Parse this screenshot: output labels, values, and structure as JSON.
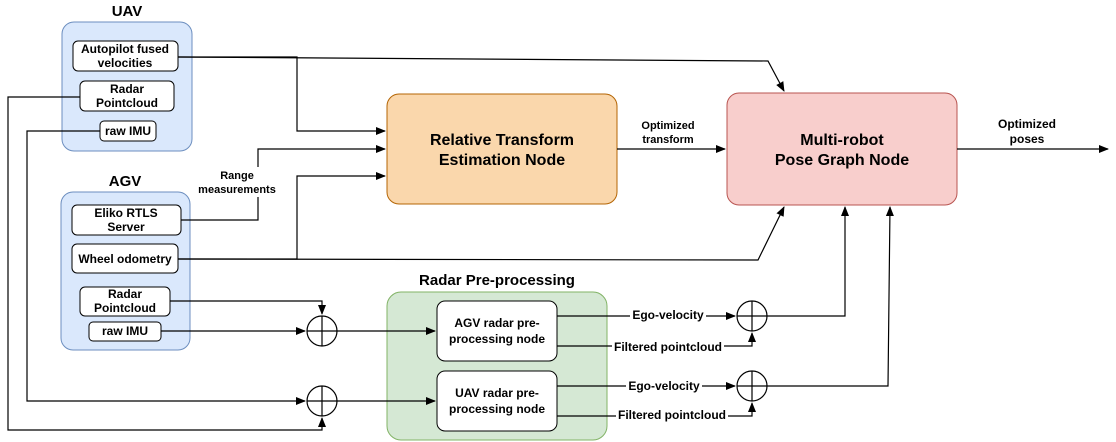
{
  "groups": {
    "uav": {
      "label": "UAV",
      "fill": "#dae8fc",
      "stroke": "#6c8ebf"
    },
    "agv": {
      "label": "AGV",
      "fill": "#dae8fc",
      "stroke": "#6c8ebf"
    },
    "radar_pre": {
      "label": "Radar Pre-processing",
      "fill": "#d5e8d4",
      "stroke": "#82b366"
    }
  },
  "nodes": {
    "uav_autopilot": [
      "Autopilot fused",
      "velocities"
    ],
    "uav_radar": [
      "Radar",
      "Pointcloud"
    ],
    "uav_imu": [
      "raw IMU"
    ],
    "agv_eliko": [
      "Eliko RTLS",
      "Server"
    ],
    "agv_wheel": [
      "Wheel odometry"
    ],
    "agv_radar": [
      "Radar",
      "Pointcloud"
    ],
    "agv_imu": [
      "raw IMU"
    ],
    "rte": [
      "Relative Transform",
      "Estimation Node"
    ],
    "mrpg": [
      "Multi-robot",
      "Pose Graph Node"
    ],
    "agv_radar_node": [
      "AGV radar pre-",
      "processing node"
    ],
    "uav_radar_node": [
      "UAV radar pre-",
      "processing node"
    ]
  },
  "edge_labels": {
    "range": [
      "Range",
      "measurements"
    ],
    "opt_transform": [
      "Optimized",
      "transform"
    ],
    "opt_poses": [
      "Optimized",
      "poses"
    ],
    "agv_ego": "Ego-velocity",
    "agv_filtered": "Filtered pointcloud",
    "uav_ego": "Ego-velocity",
    "uav_filtered": "Filtered pointcloud"
  },
  "colors": {
    "rte_fill": "#fad7ac",
    "rte_stroke": "#b46504",
    "mrpg_fill": "#f8cecc",
    "mrpg_stroke": "#b85450"
  }
}
